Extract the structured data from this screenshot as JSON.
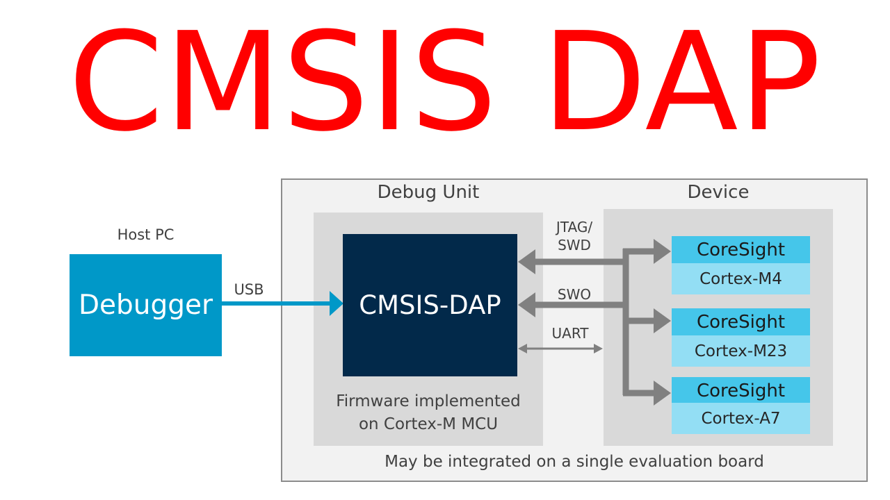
{
  "title": "CMSIS DAP",
  "host": {
    "label": "Host PC",
    "debugger": "Debugger"
  },
  "usb_label": "USB",
  "debug_unit": {
    "title": "Debug Unit",
    "core": "CMSIS-DAP",
    "note_line1": "Firmware implemented",
    "note_line2": "on Cortex-M MCU"
  },
  "device": {
    "title": "Device",
    "cores": [
      {
        "coresight": "CoreSight",
        "core": "Cortex-M4"
      },
      {
        "coresight": "CoreSight",
        "core": "Cortex-M23"
      },
      {
        "coresight": "CoreSight",
        "core": "Cortex-A7"
      }
    ]
  },
  "links": {
    "jtag_line1": "JTAG/",
    "jtag_line2": "SWD",
    "swo": "SWO",
    "uart": "UART"
  },
  "footer": "May be integrated on a single evaluation board",
  "colors": {
    "title": "#ff0000",
    "debugger": "#0098c8",
    "cmsis_dap": "#02294a",
    "coresight": "#45c6ea",
    "core": "#93def4",
    "arrow_grey": "#808080",
    "usb_arrow": "#0098c8"
  }
}
